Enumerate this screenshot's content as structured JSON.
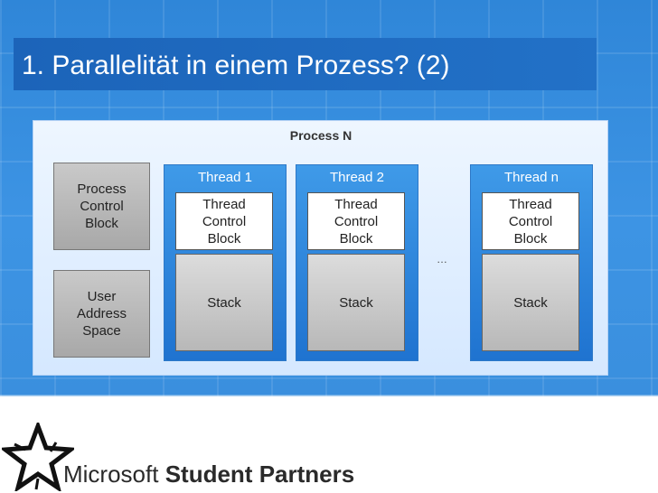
{
  "title": "1. Parallelität in einem Prozess? (2)",
  "process_label": "Process N",
  "pcb_label": "Process Control Block",
  "uas_label": "User Address Space",
  "threads": [
    {
      "name": "Thread 1",
      "tcb": "Thread Control Block",
      "stack": "Stack"
    },
    {
      "name": "Thread 2",
      "tcb": "Thread Control Block",
      "stack": "Stack"
    },
    {
      "name": "Thread n",
      "tcb": "Thread Control Block",
      "stack": "Stack"
    }
  ],
  "ellipsis": "…",
  "footer": {
    "brand": "Microsoft",
    "product": "Student Partners",
    "logo_icon": "star-logo-icon"
  }
}
